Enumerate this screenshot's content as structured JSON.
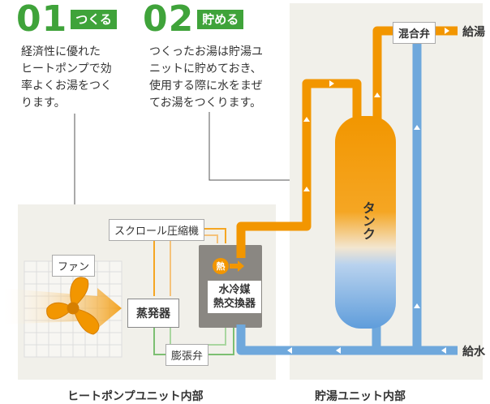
{
  "steps": [
    {
      "number": "01",
      "tag": "つくる",
      "desc_lines": [
        "経済性に優れた",
        "ヒートポンプで効",
        "率よくお湯をつく",
        "ります。"
      ]
    },
    {
      "number": "02",
      "tag": "貯める",
      "desc_lines": [
        "つくったお湯は貯湯ユ",
        "ニットに貯めておき、",
        "使用する際に水をまぜ",
        "てお湯をつくります。"
      ]
    }
  ],
  "components": {
    "fan": "ファン",
    "compressor": "スクロール圧縮機",
    "evaporator": "蒸発器",
    "expansion_valve": "膨張弁",
    "heat_exchanger_lines": [
      "水冷媒",
      "熱交換器"
    ],
    "heat_badge": "熱",
    "tank": "タンク",
    "mixing_valve": "混合弁"
  },
  "outputs": {
    "hot": "給湯",
    "cold": "給水"
  },
  "units": {
    "heat_pump": "ヒートポンプユニット内部",
    "storage": "貯湯ユニット内部"
  },
  "colors": {
    "hot": "#f29600",
    "cold": "#6fa8dc",
    "green": "#3fa33a",
    "panel": "#f1f0ea"
  }
}
